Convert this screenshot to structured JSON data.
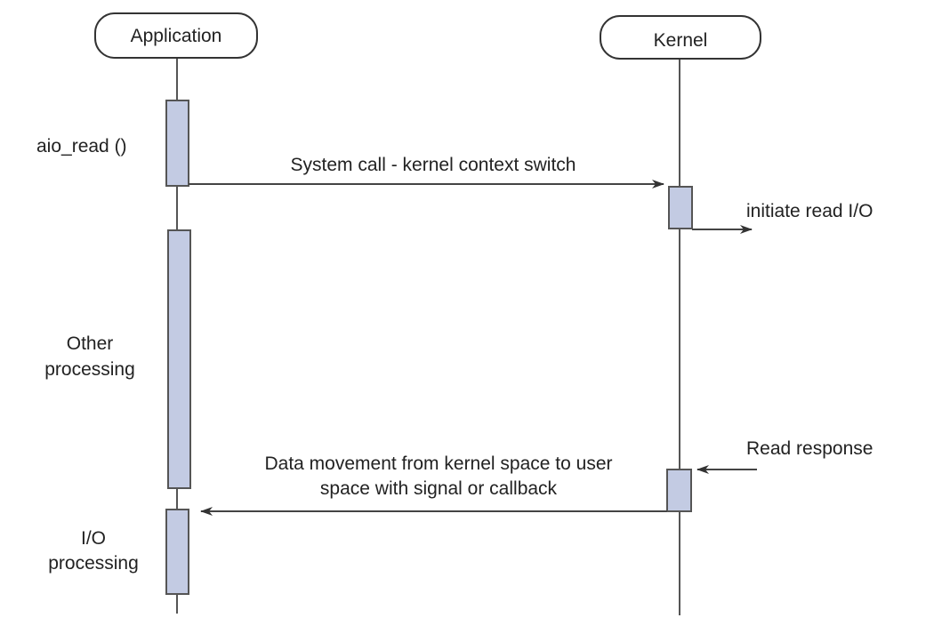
{
  "participants": {
    "application": "Application",
    "kernel": "Kernel"
  },
  "labels": {
    "aio_read": "aio_read ()",
    "syscall": "System call - kernel context switch",
    "initiate": "initiate read I/O",
    "other_line1": "Other",
    "other_line2": "processing",
    "read_response": "Read response",
    "data_line1": "Data movement from kernel space to user",
    "data_line2": "space with signal or callback",
    "io_line1": "I/O",
    "io_line2": "processing"
  },
  "colors": {
    "activation_fill": "#c3cbe3",
    "line": "#555555",
    "text": "#222222"
  }
}
